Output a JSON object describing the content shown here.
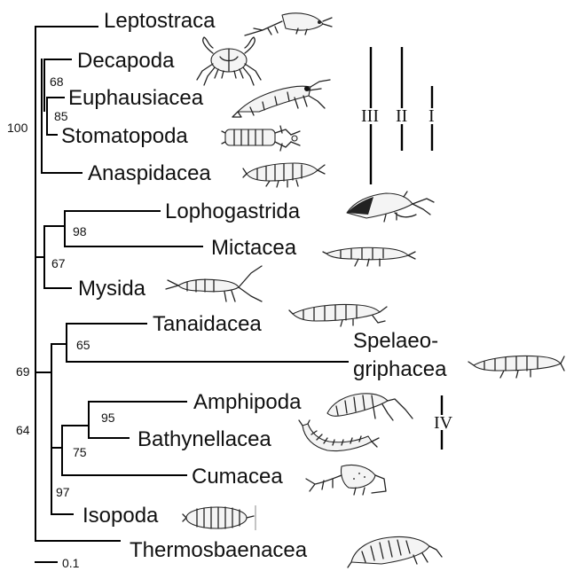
{
  "taxa": [
    "Leptostraca",
    "Decapoda",
    "Euphausiacea",
    "Stomatopoda",
    "Anaspidacea",
    "Lophogastrida",
    "Mictacea",
    "Mysida",
    "Tanaidacea",
    "Amphipoda",
    "Bathynellacea",
    "Cumacea",
    "Isopoda",
    "Thermosbaenacea"
  ],
  "spelaeo_line1": "Spelaeo-",
  "spelaeo_line2": "griphacea",
  "support_values": [
    "68",
    "85",
    "100",
    "98",
    "67",
    "65",
    "69",
    "95",
    "75",
    "64",
    "97"
  ],
  "clade_markers": [
    "III",
    "II",
    "I",
    "IV"
  ],
  "scale_bar_label": "0.1"
}
